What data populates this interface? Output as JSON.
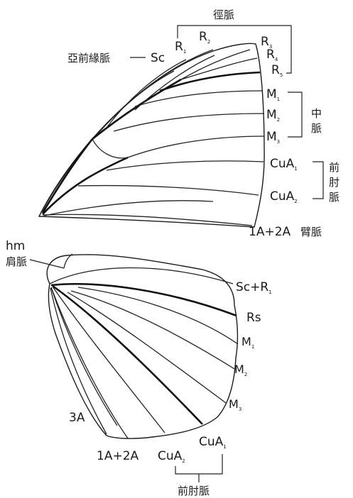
{
  "forewing": {
    "radial_group": "徑脈",
    "subcostal_zh": "亞前緣脈",
    "sc": "Sc",
    "r1": {
      "base": "R",
      "sub": "1"
    },
    "r2": {
      "base": "R",
      "sub": "2"
    },
    "r3": {
      "base": "R",
      "sub": "3"
    },
    "r4": {
      "base": "R",
      "sub": "4"
    },
    "r5": {
      "base": "R",
      "sub": "5"
    },
    "m1": {
      "base": "M",
      "sub": "1"
    },
    "m2": {
      "base": "M",
      "sub": "2"
    },
    "m3": {
      "base": "M",
      "sub": "3"
    },
    "medial_group": [
      "中",
      "脈"
    ],
    "cua1": {
      "base": "CuA",
      "sub": "1"
    },
    "cua2": {
      "base": "CuA",
      "sub": "2"
    },
    "cubital_group": [
      "前",
      "肘",
      "脈"
    ],
    "anal": "1A+2A",
    "anal_zh": "臂脈"
  },
  "hindwing": {
    "hm": "hm",
    "humeral_zh": "肩脈",
    "scr1": {
      "base": "Sc+R",
      "sub": "1"
    },
    "rs": "Rs",
    "m1": {
      "base": "M",
      "sub": "1"
    },
    "m2": {
      "base": "M",
      "sub": "2"
    },
    "m3": {
      "base": "M",
      "sub": "3"
    },
    "cua1": {
      "base": "CuA",
      "sub": "1"
    },
    "cua2": {
      "base": "CuA",
      "sub": "2"
    },
    "a3": "3A",
    "anal": "1A+2A",
    "cubital_group": "前肘脈"
  }
}
